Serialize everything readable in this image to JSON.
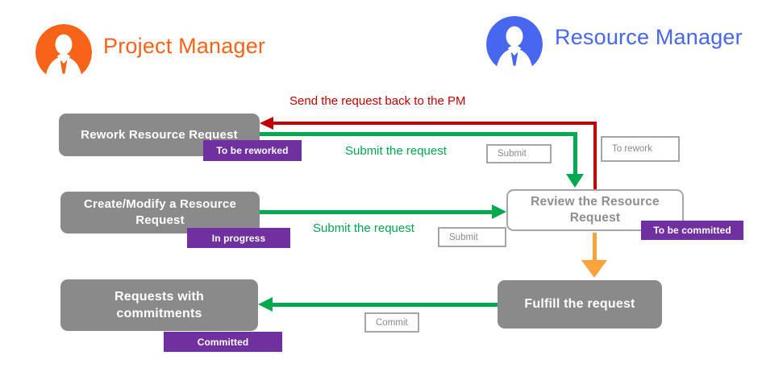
{
  "actors": {
    "project_manager": {
      "name": "Project Manager"
    },
    "resource_manager": {
      "name": "Resource Manager"
    }
  },
  "nodes": {
    "rework": {
      "label": "Rework Resource Request",
      "status": "To be reworked"
    },
    "create_modify": {
      "label": "Create/Modify a Resource Request",
      "status": "In progress"
    },
    "requests_with_commitments": {
      "label": "Requests with commitments",
      "status": "Committed"
    },
    "review": {
      "label": "Review the Resource Request",
      "status": "To be committed"
    },
    "fulfill": {
      "label": "Fulfill the request"
    }
  },
  "edge_labels": {
    "send_back": "Send the request back to the PM",
    "submit_top": "Submit the request",
    "submit_middle": "Submit the request"
  },
  "buttons": {
    "submit_top": "Submit",
    "submit_middle": "Submit",
    "to_rework": "To rework",
    "commit": "Commit"
  },
  "colors": {
    "pm-accent": "#F96317",
    "rm-accent": "#4767F0",
    "node-gray": "#8A8A8A",
    "status-purple": "#7030A0",
    "flow-green": "#00A850",
    "flow-red": "#C00000",
    "flow-orange": "#FBA43C",
    "border-gray": "#A6A6A6"
  }
}
